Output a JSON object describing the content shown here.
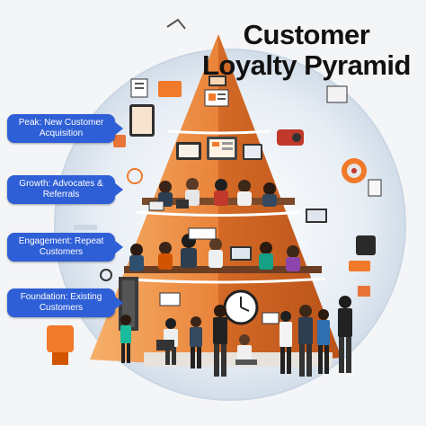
{
  "title": {
    "line1": "Customer",
    "line2": "Loyalty Pyramid"
  },
  "levels": [
    {
      "label": "Peak: New Customer Acquisition"
    },
    {
      "label": "Growth: Advocates & Referrals"
    },
    {
      "label": "Engagement: Repeat Customers"
    },
    {
      "label": "Foundation: Existing Customers"
    }
  ],
  "colors": {
    "label_bg": "#2f5fd6",
    "pyramid_light": "#f6a25a",
    "pyramid_dark": "#c85a1c",
    "accent_orange": "#f07a2a",
    "halo": "#d9e3ee"
  }
}
